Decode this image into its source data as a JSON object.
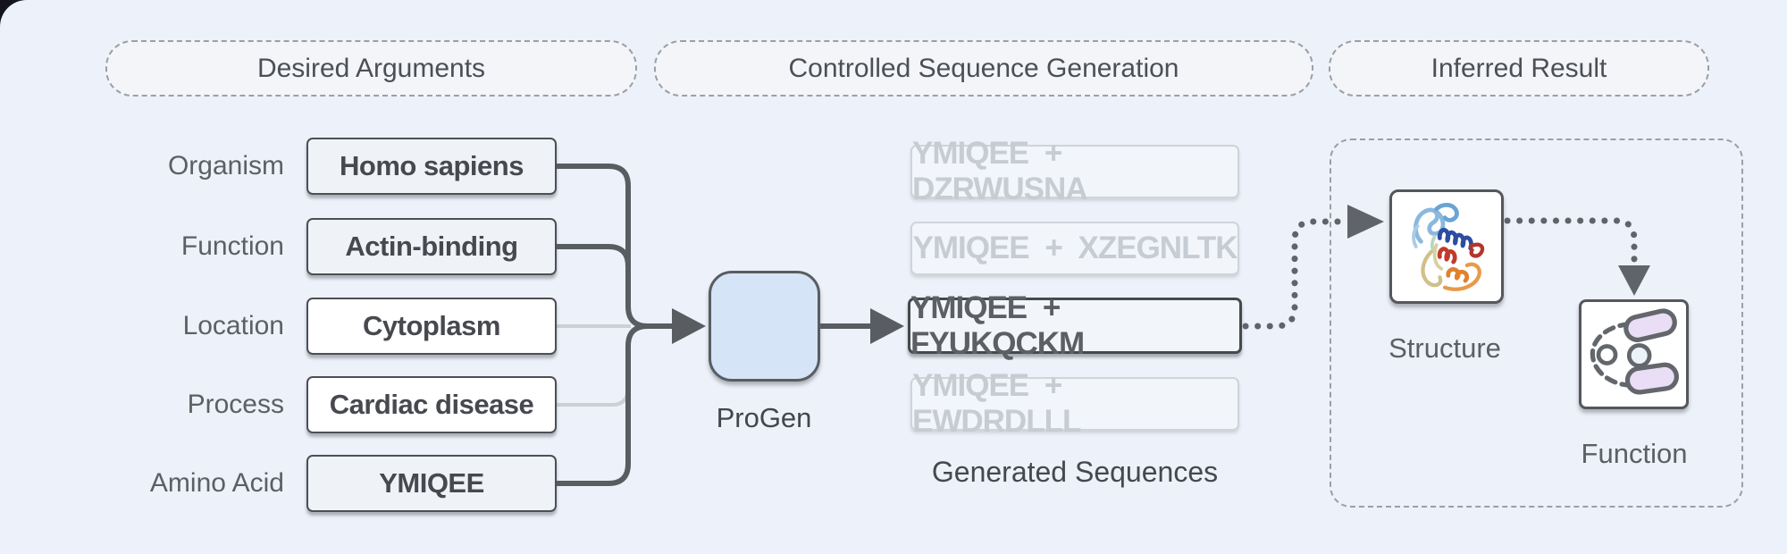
{
  "window": {
    "corner_color": "#14141e",
    "panel_color": "#edf1f9"
  },
  "headers": [
    {
      "label": "Desired Arguments"
    },
    {
      "label": "Controlled Sequence Generation"
    },
    {
      "label": "Inferred Result"
    }
  ],
  "arguments": {
    "rows": [
      {
        "label": "Organism",
        "value": "Homo sapiens",
        "emphasized": true
      },
      {
        "label": "Function",
        "value": "Actin-binding",
        "emphasized": true
      },
      {
        "label": "Location",
        "value": "Cytoplasm",
        "emphasized": false
      },
      {
        "label": "Process",
        "value": "Cardiac disease",
        "emphasized": false
      },
      {
        "label": "Amino Acid",
        "value": "YMIQEE",
        "emphasized": true
      }
    ]
  },
  "model": {
    "label": "ProGen",
    "fill": "#d5e4f6"
  },
  "sequences": {
    "items": [
      {
        "label": "YMIQEE + DZRWUSNA",
        "selected": false
      },
      {
        "label": "YMIQEE + XZEGNLTK",
        "selected": false
      },
      {
        "label": "YMIQEE + FYUKQCKM",
        "selected": true
      },
      {
        "label": "YMIQEE + EWDRDLLL",
        "selected": false
      }
    ],
    "caption": "Generated Sequences"
  },
  "results": {
    "structure": {
      "label": "Structure",
      "icon": "protein-ribbon-icon"
    },
    "function": {
      "label": "Function",
      "icon": "pathway-icon",
      "pill_color": "#e9def5"
    }
  },
  "colors": {
    "line_dark": "#595d62",
    "line_light": "#cbd0d6",
    "dashed_border": "#9aa0a6",
    "text_dark": "#46494e",
    "text_gray": "#5c6065",
    "text_dim": "#c7ccd3"
  }
}
